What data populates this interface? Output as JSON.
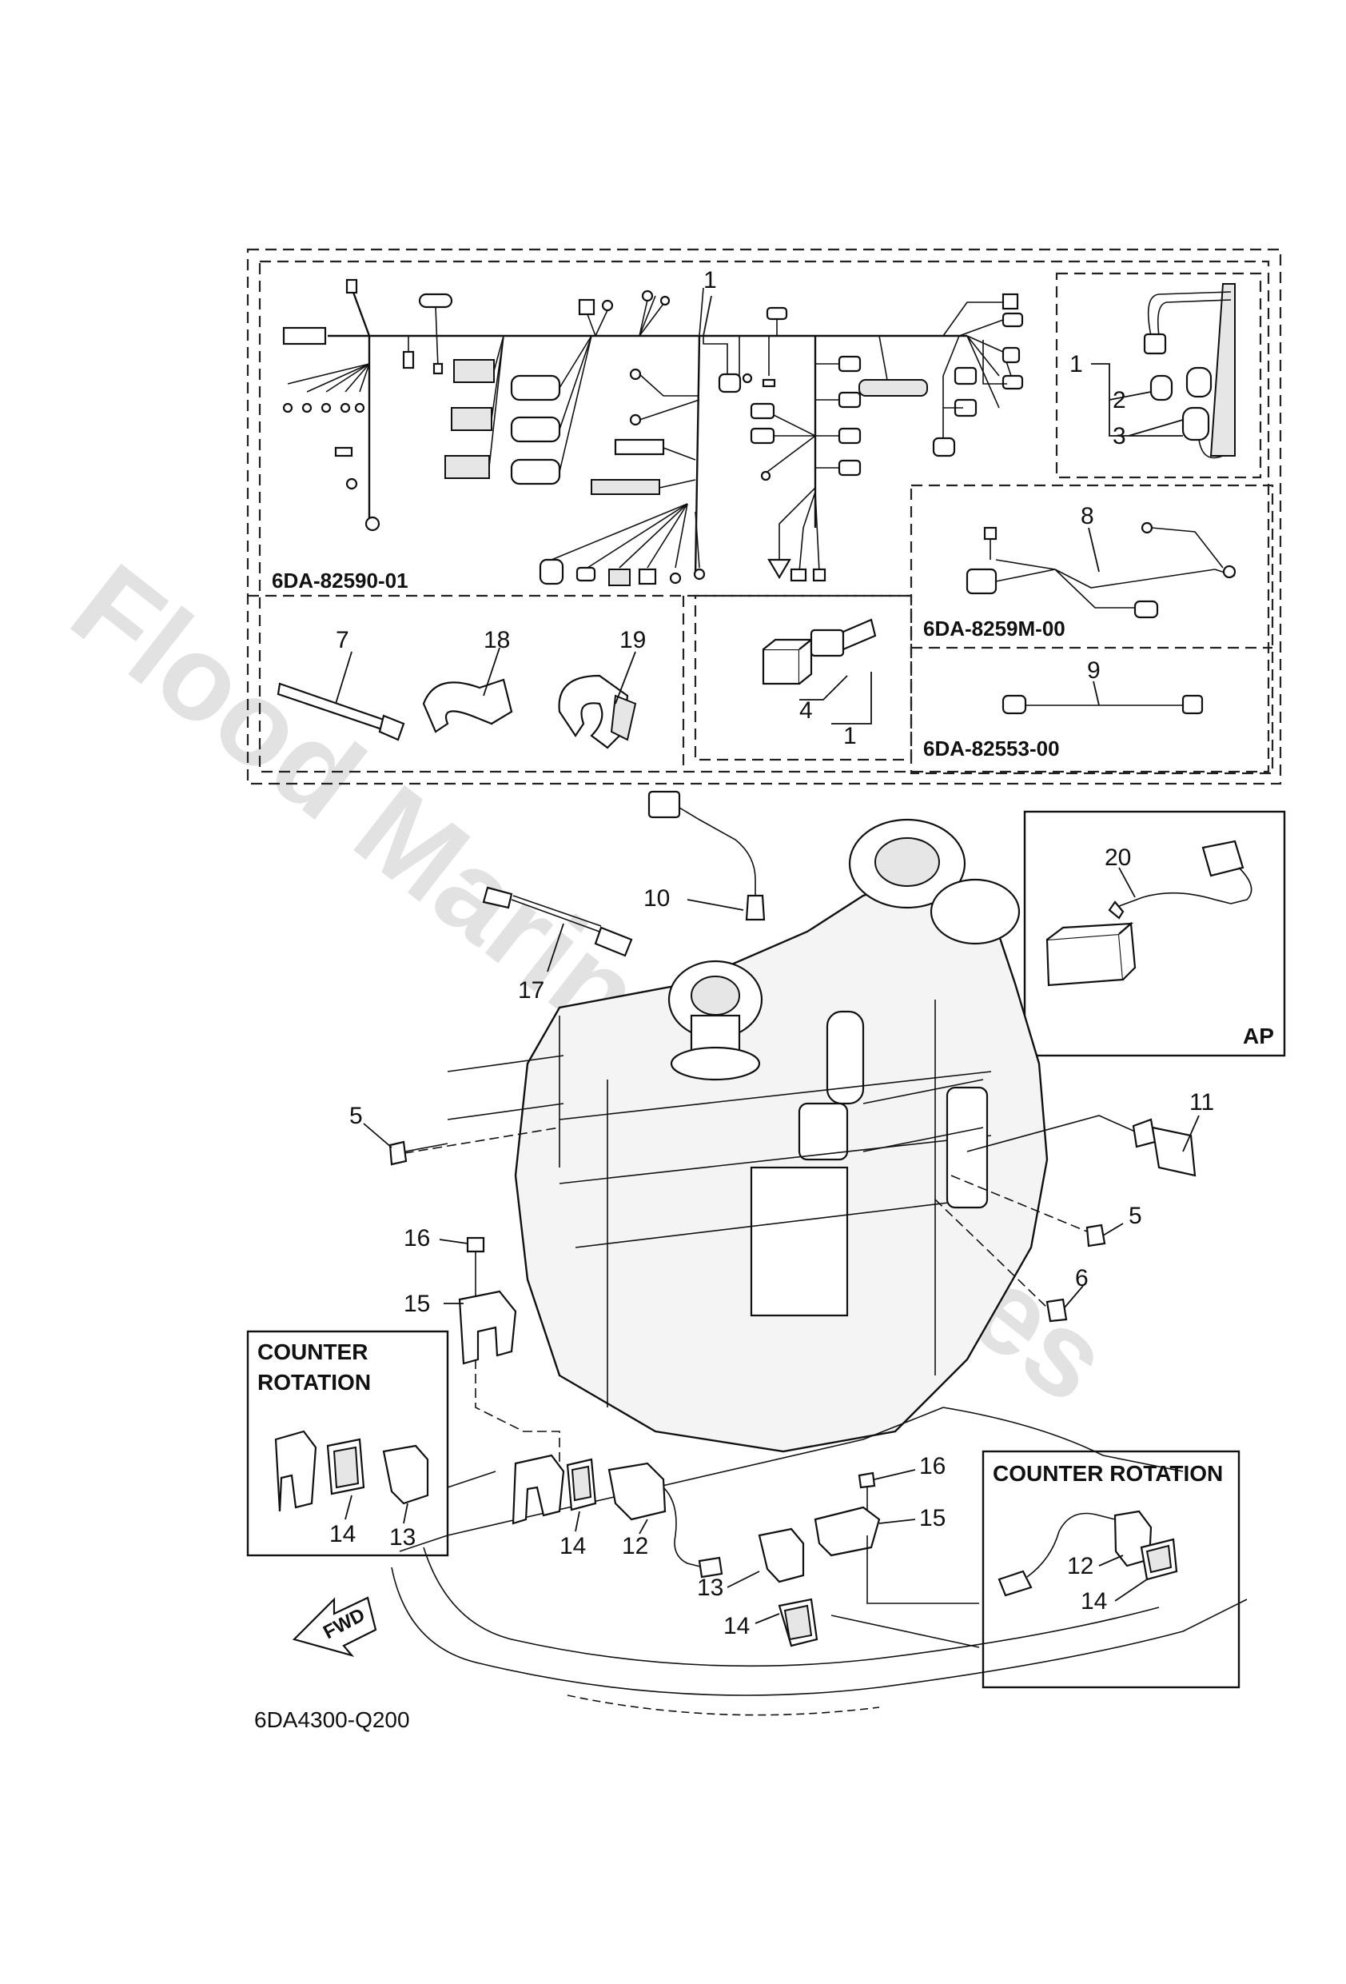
{
  "watermark": "Flood Marine Services",
  "diagram_code": "6DA4300-Q200",
  "part_codes": {
    "harness": "6DA-82590-01",
    "harness_sub_8": "6DA-8259M-00",
    "harness_sub_9": "6DA-82553-00"
  },
  "box_labels": {
    "ap": "AP",
    "counter_rotation_left_1": "COUNTER",
    "counter_rotation_left_2": "ROTATION",
    "counter_rotation_right": "COUNTER ROTATION",
    "fwd": "FWD"
  },
  "callouts": {
    "c1_main": "1",
    "c1_inset": "1",
    "c2": "2",
    "c3": "3",
    "c4": "4",
    "c1_relay": "1",
    "c7": "7",
    "c18": "18",
    "c19": "19",
    "c8": "8",
    "c9": "9",
    "c10": "10",
    "c17": "17",
    "c20": "20",
    "c5_left": "5",
    "c11": "11",
    "c5_right": "5",
    "c6": "6",
    "c16_left": "16",
    "c15_left": "15",
    "c14_cr": "14",
    "c13_cr": "13",
    "c14_mid": "14",
    "c12": "12",
    "c13_mid": "13",
    "c14_low": "14",
    "c16_right": "16",
    "c15_right": "15",
    "c12_cr": "12",
    "c14_cr_right": "14"
  }
}
